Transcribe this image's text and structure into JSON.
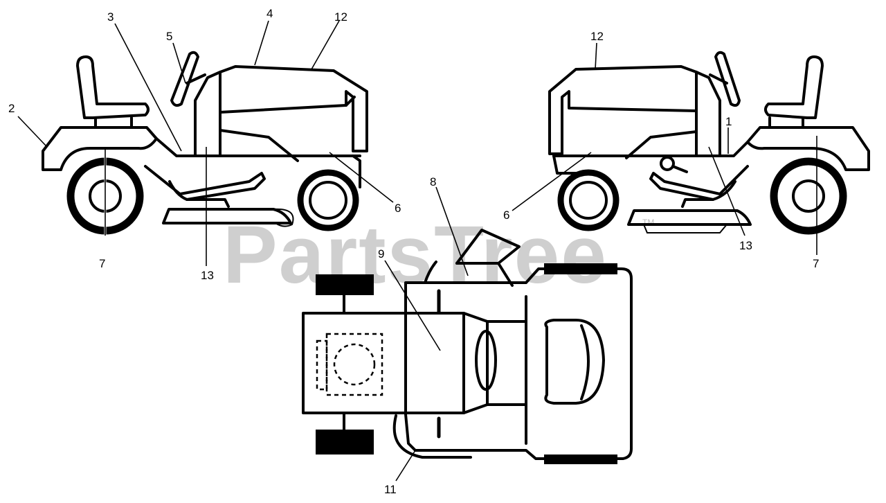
{
  "watermark": {
    "text": "PartsTree",
    "trademark": "TM"
  },
  "callouts": {
    "c1": "1",
    "c2": "2",
    "c3": "3",
    "c4": "4",
    "c5": "5",
    "c6a": "6",
    "c6b": "6",
    "c7a": "7",
    "c7b": "7",
    "c8": "8",
    "c9": "9",
    "c11": "11",
    "c12a": "12",
    "c12b": "12",
    "c13a": "13",
    "c13b": "13"
  },
  "colors": {
    "line": "#000000",
    "watermark": "#cfcfcf",
    "background": "#ffffff"
  }
}
